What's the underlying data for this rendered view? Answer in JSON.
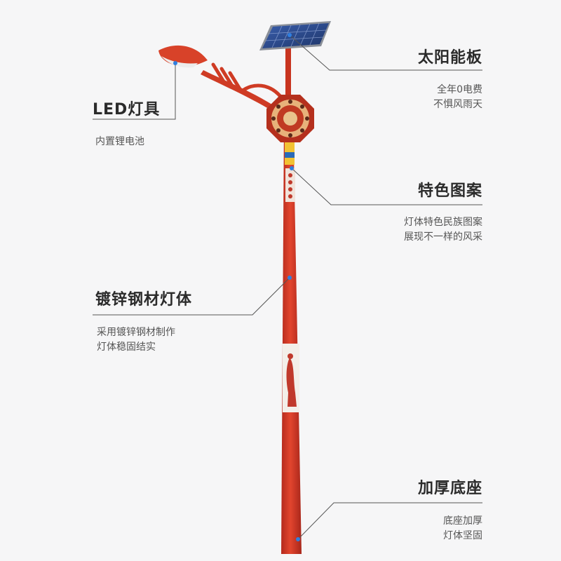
{
  "callouts": {
    "solar_panel": {
      "title": "太阳能板",
      "desc": [
        "全年0电费",
        "不惧风雨天"
      ]
    },
    "led_lamp": {
      "title": "LED灯具",
      "desc": [
        "内置锂电池"
      ]
    },
    "pattern": {
      "title": "特色图案",
      "desc": [
        "灯体特色民族图案",
        "展现不一样的风采"
      ]
    },
    "pole": {
      "title": "镀锌钢材灯体",
      "desc": [
        "采用镀锌钢材制作",
        "灯体稳固结实"
      ]
    },
    "base": {
      "title": "加厚底座",
      "desc": [
        "底座加厚",
        "灯体坚固"
      ]
    }
  },
  "colors": {
    "pole_red": "#d63a26",
    "pole_dark": "#a8261a",
    "panel_blue": "#2b4a8c",
    "marker_blue": "#2f7fe0",
    "line": "#555555"
  }
}
